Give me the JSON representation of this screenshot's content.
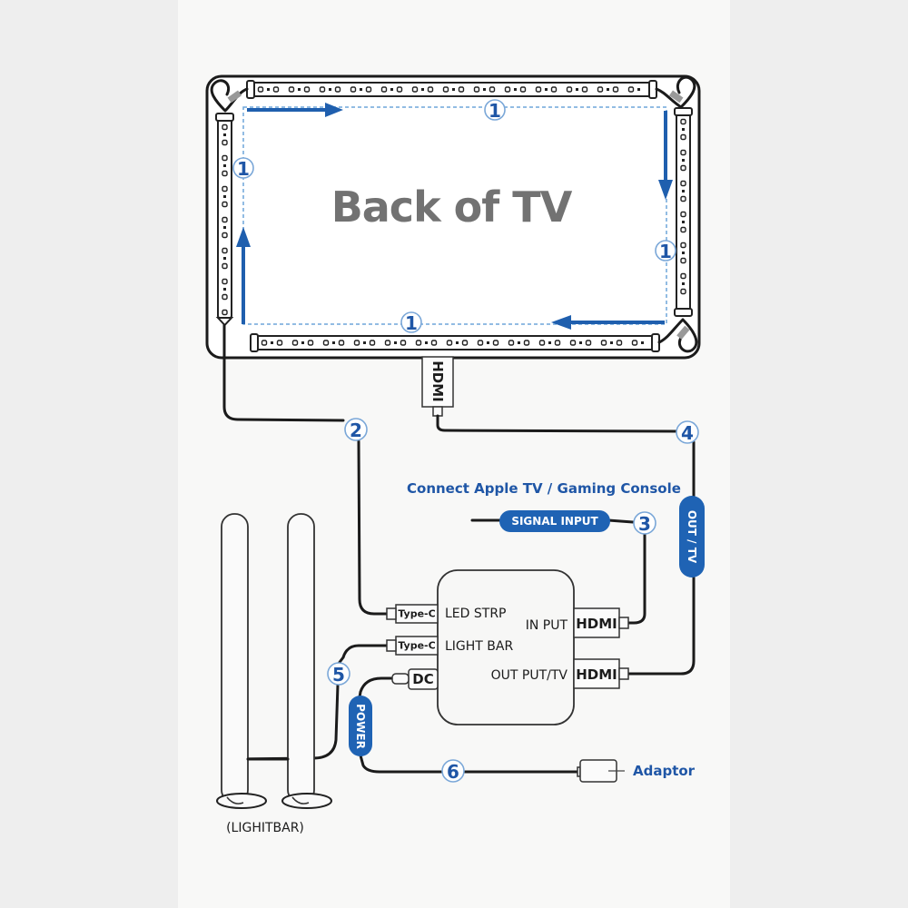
{
  "diagram": {
    "title": "Back of TV",
    "hdmi_tv_connector_label": "HDMI",
    "step_badges": {
      "strip_top": "1",
      "strip_left": "1",
      "strip_right": "1",
      "strip_bottom": "1",
      "led_strip_cable": "2",
      "signal_input": "3",
      "out_tv": "4",
      "light_bar": "5",
      "power": "6"
    },
    "connect_label": "Connect Apple TV / Gaming Console",
    "pills": {
      "signal_input": "SIGNAL INPUT",
      "out_tv": "OUT / TV",
      "power": "POWER"
    },
    "sync_box": {
      "left_ports": [
        {
          "connector": "Type-C",
          "label": "LED STRP"
        },
        {
          "connector": "Type-C",
          "label": "LIGHT BAR"
        },
        {
          "connector": "DC",
          "label": ""
        }
      ],
      "right_ports": [
        {
          "connector": "HDMI",
          "label": "IN PUT"
        },
        {
          "connector": "HDMI",
          "label": "OUT PUT/TV"
        }
      ]
    },
    "adaptor_label": "Adaptor",
    "lightbar_label": "(LIGHITBAR)",
    "colors": {
      "accent_blue": "#1f63b4",
      "badge_text_blue": "#1f56a6",
      "guide_dashed_blue": "#6fa6da",
      "title_gray": "#727272",
      "line_black": "#1b1b1b"
    }
  }
}
